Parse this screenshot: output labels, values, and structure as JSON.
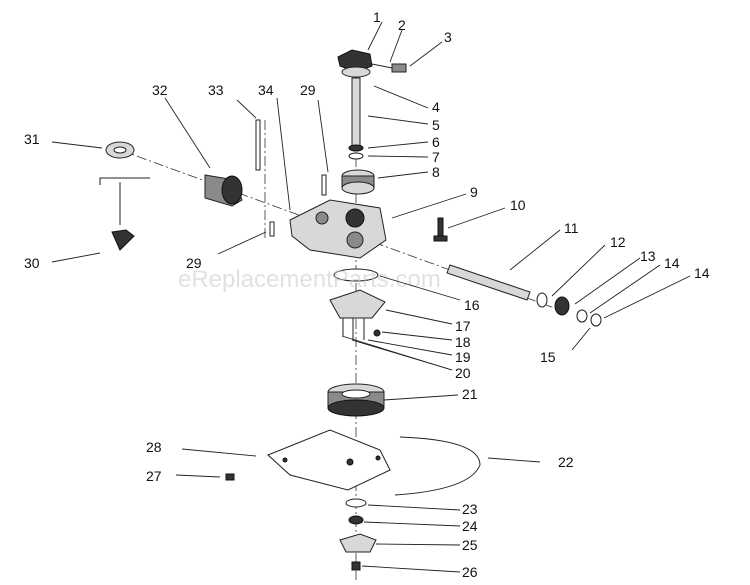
{
  "watermark": "eReplacementParts.com",
  "callouts": [
    {
      "id": "1",
      "label": "1"
    },
    {
      "id": "2",
      "label": "2"
    },
    {
      "id": "3",
      "label": "3"
    },
    {
      "id": "4",
      "label": "4"
    },
    {
      "id": "5",
      "label": "5"
    },
    {
      "id": "6",
      "label": "6"
    },
    {
      "id": "7",
      "label": "7"
    },
    {
      "id": "8",
      "label": "8"
    },
    {
      "id": "9",
      "label": "9"
    },
    {
      "id": "10",
      "label": "10"
    },
    {
      "id": "11",
      "label": "11"
    },
    {
      "id": "12",
      "label": "12"
    },
    {
      "id": "13",
      "label": "13"
    },
    {
      "id": "14a",
      "label": "14"
    },
    {
      "id": "14b",
      "label": "14"
    },
    {
      "id": "15",
      "label": "15"
    },
    {
      "id": "16",
      "label": "16"
    },
    {
      "id": "17",
      "label": "17"
    },
    {
      "id": "18",
      "label": "18"
    },
    {
      "id": "19",
      "label": "19"
    },
    {
      "id": "20",
      "label": "20"
    },
    {
      "id": "21",
      "label": "21"
    },
    {
      "id": "22",
      "label": "22"
    },
    {
      "id": "23",
      "label": "23"
    },
    {
      "id": "24",
      "label": "24"
    },
    {
      "id": "25",
      "label": "25"
    },
    {
      "id": "26",
      "label": "26"
    },
    {
      "id": "27",
      "label": "27"
    },
    {
      "id": "28",
      "label": "28"
    },
    {
      "id": "29a",
      "label": "29"
    },
    {
      "id": "29b",
      "label": "29"
    },
    {
      "id": "30",
      "label": "30"
    },
    {
      "id": "31",
      "label": "31"
    },
    {
      "id": "32",
      "label": "32"
    },
    {
      "id": "33",
      "label": "33"
    },
    {
      "id": "34",
      "label": "34"
    }
  ]
}
